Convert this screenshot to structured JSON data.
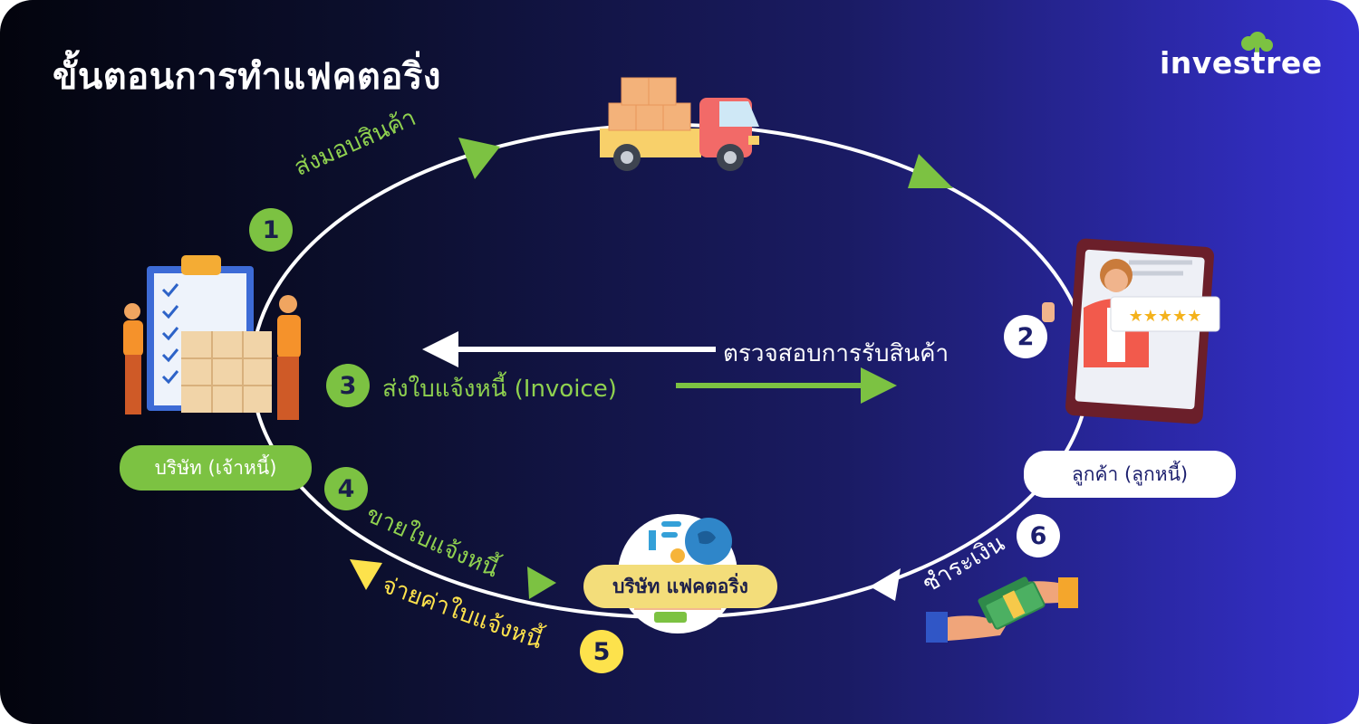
{
  "title": "ขั้นตอนการทำแฟคตอริ่ง",
  "logo": {
    "text": "investree",
    "icon": "tree-icon"
  },
  "colors": {
    "green": "#7cc242",
    "yellow": "#fde24c",
    "white": "#ffffff",
    "navy": "#1c1f6e"
  },
  "entities": {
    "company": "บริษัท (เจ้าหนี้)",
    "customer": "ลูกค้า (ลูกหนี้)",
    "factoring": "บริษัท แฟคตอริ่ง"
  },
  "steps": [
    {
      "num": "1",
      "label": "ส่งมอบสินค้า"
    },
    {
      "num": "2",
      "label": "ตรวจสอบการรับสินค้า"
    },
    {
      "num": "3",
      "label": "ส่งใบแจ้งหนี้ (Invoice)"
    },
    {
      "num": "4",
      "label": "ขายใบแจ้งหนี้"
    },
    {
      "num": "5",
      "label": "จ่ายค่าใบแจ้งหนี้"
    },
    {
      "num": "6",
      "label": "ชำระเงิน"
    }
  ],
  "icons": [
    "truck-icon",
    "clipboard-workers-icon",
    "tablet-reviewer-icon",
    "handshake-globe-icon",
    "money-hands-icon"
  ]
}
